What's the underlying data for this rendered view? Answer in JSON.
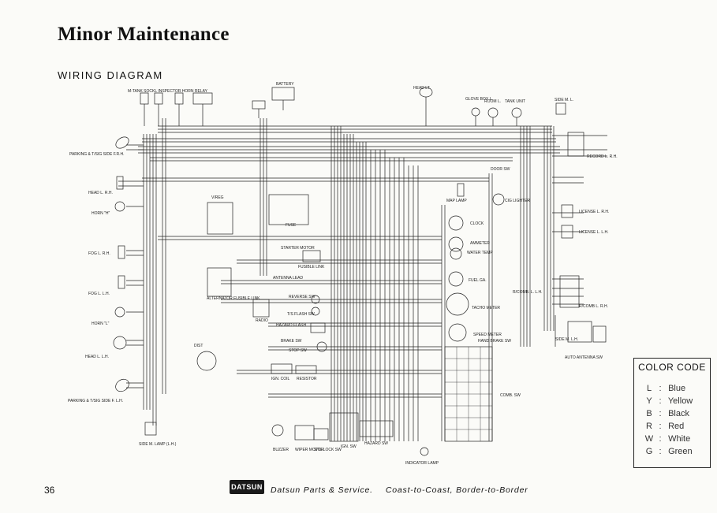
{
  "page": {
    "title": "Minor Maintenance",
    "subtitle": "WIRING DIAGRAM",
    "page_number": "36",
    "footer_left": "Datsun Parts & Service.",
    "footer_right": "Coast-to-Coast, Border-to-Border"
  },
  "logo": {
    "text": "DATSUN"
  },
  "color_code": {
    "title": "COLOR CODE",
    "entries": [
      {
        "code": "L",
        "name": "Blue"
      },
      {
        "code": "Y",
        "name": "Yellow"
      },
      {
        "code": "B",
        "name": "Black"
      },
      {
        "code": "R",
        "name": "Red"
      },
      {
        "code": "W",
        "name": "White"
      },
      {
        "code": "G",
        "name": "Green"
      }
    ]
  },
  "labels": {
    "battery": "BATTERY",
    "headlamp_sw_top": "M-TANK SOCKL INSPECTOR HORN RELAY",
    "parking_rh": "PARKING & T/SIG SIDE F.R.H.",
    "head_rh": "HEAD L. R.H.",
    "horn_h": "HORN \"H\"",
    "fog_rh": "FOG L. R.H.",
    "fog_lh": "FOG L. L.H.",
    "horn_l": "HORN \"L\"",
    "head_lh": "HEAD L. L.H.",
    "parking_lh": "PARKING & T/SIG SIDE F. L.H.",
    "side_m_lamp": "SIDE M. LAMP (L.H.)",
    "vreg": "V/REG",
    "alternator": "ALTERNATOR FUSIBLE LINK",
    "radio": "RADIO",
    "dist": "DIST",
    "ign_coil": "IGN. COIL",
    "resistor": "RESISTOR",
    "starter": "STARTER MOTOR",
    "fusible": "FUSIBLE LINK",
    "antenna_lead": "ANTENNA LEAD",
    "reverse": "REVERSE SW",
    "flash": "T/S FLASH SW",
    "hazard_flash": "HAZARD FLASH",
    "brake": "BRAKE SW",
    "stop_sw": "STOP SW",
    "fuse": "FUSE",
    "buzzer": "BUZZER",
    "wiper": "WIPER MOTOR",
    "lock_sw": "S/TL LOCK SW",
    "ign_sw": "IGN. SW",
    "hazard_sw": "HAZARD SW",
    "indicator": "INDICATOR LAMP",
    "comb_sw": "COMB. SW",
    "headlight_top": "HEAD LT",
    "glove": "GLOVE BOX L.",
    "room": "ROOM L.",
    "tank_unit": "TANK UNIT",
    "side_ml": "SIDE M. L.",
    "record_l": "RECORD L. R.H.",
    "door_sw": "DOOR SW",
    "map_lamp": "MAP LAMP",
    "cig_lighter": "CIG LIGHTER",
    "clock": "CLOCK",
    "ammeter": "AMMETER",
    "water_temp": "WATER TEMP",
    "fuel_gauge": "FUEL GA.",
    "tacho": "TACHO METER",
    "speed_meter": "SPEED METER",
    "hand_brake": "HAND BRAKE SW",
    "license_rh": "LICENSE L. R.H.",
    "license_lh": "LICENSE L. L.H.",
    "rear_comb": "R/COMB. L. L.H.",
    "rear_comb_rh": "R/COMB L. R.H.",
    "side_lh": "SIDE M. L.H.",
    "auto_antenna": "AUTO ANTENNA SW"
  }
}
